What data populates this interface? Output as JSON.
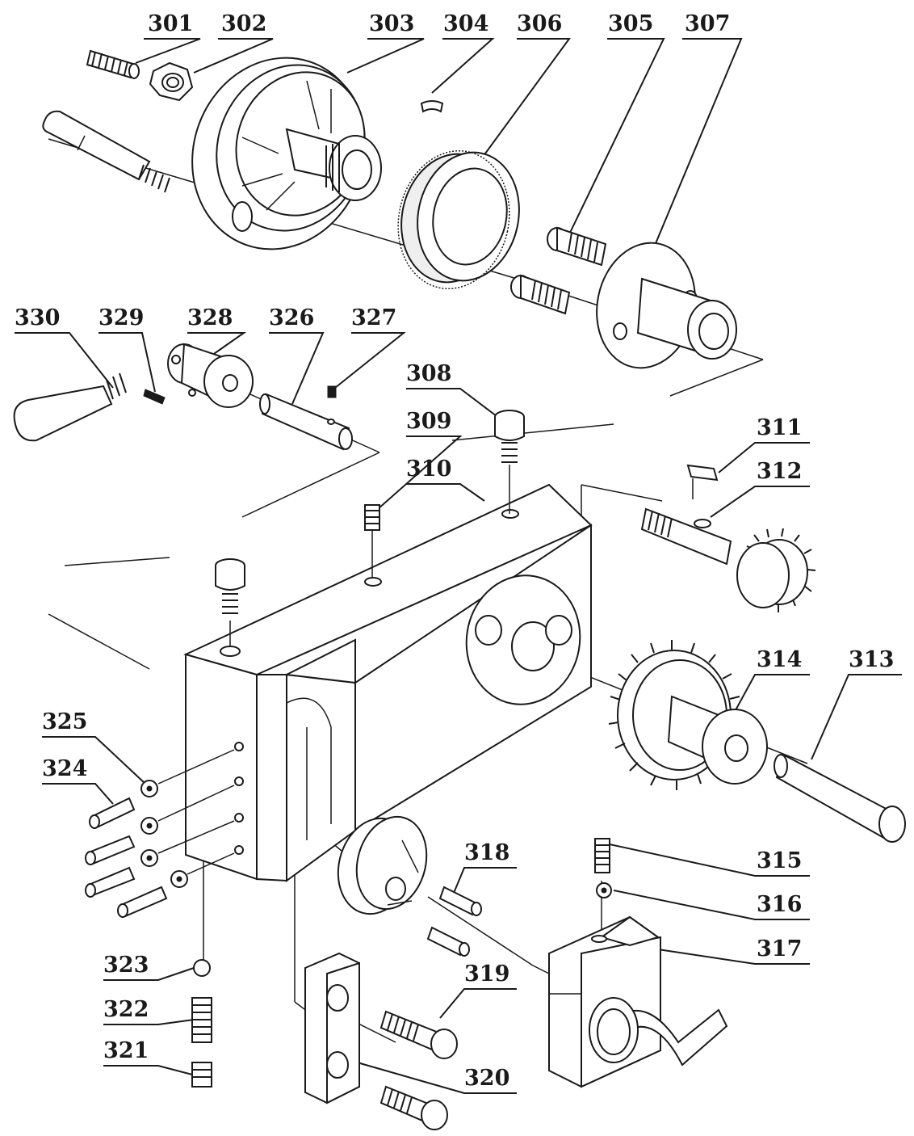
{
  "labels": [
    {
      "id": "301",
      "text": "301"
    },
    {
      "id": "302",
      "text": "302"
    },
    {
      "id": "303",
      "text": "303"
    },
    {
      "id": "304",
      "text": "304"
    },
    {
      "id": "306",
      "text": "306"
    },
    {
      "id": "305",
      "text": "305"
    },
    {
      "id": "307",
      "text": "307"
    },
    {
      "id": "330",
      "text": "330"
    },
    {
      "id": "329",
      "text": "329"
    },
    {
      "id": "328",
      "text": "328"
    },
    {
      "id": "326",
      "text": "326"
    },
    {
      "id": "327",
      "text": "327"
    },
    {
      "id": "308",
      "text": "308"
    },
    {
      "id": "309",
      "text": "309"
    },
    {
      "id": "310",
      "text": "310"
    },
    {
      "id": "311",
      "text": "311"
    },
    {
      "id": "312",
      "text": "312"
    },
    {
      "id": "314",
      "text": "314"
    },
    {
      "id": "313",
      "text": "313"
    },
    {
      "id": "325",
      "text": "325"
    },
    {
      "id": "324",
      "text": "324"
    },
    {
      "id": "318",
      "text": "318"
    },
    {
      "id": "315",
      "text": "315"
    },
    {
      "id": "316",
      "text": "316"
    },
    {
      "id": "317",
      "text": "317"
    },
    {
      "id": "323",
      "text": "323"
    },
    {
      "id": "322",
      "text": "322"
    },
    {
      "id": "319",
      "text": "319"
    },
    {
      "id": "321",
      "text": "321"
    },
    {
      "id": "320",
      "text": "320"
    }
  ]
}
